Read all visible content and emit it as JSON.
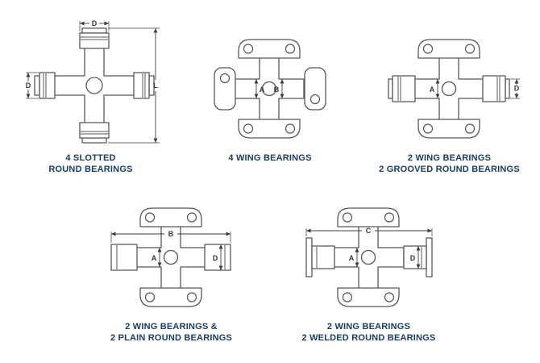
{
  "page": {
    "background": "#ffffff",
    "caption_color": "#1a3e63",
    "line_color": "#54575b"
  },
  "diagrams": {
    "d1": {
      "caption1": "4 SLOTTED",
      "caption2": "ROUND BEARINGS",
      "dim_top": "D",
      "dim_left": "D",
      "dim_right": "L"
    },
    "d2": {
      "caption1": "4 WING BEARINGS",
      "caption2": "",
      "dim_a": "A",
      "dim_b": "B"
    },
    "d3": {
      "caption1": "2 WING BEARINGS",
      "caption2": "2 GROOVED ROUND BEARINGS",
      "dim_a": "A",
      "dim_d": "D"
    },
    "d4": {
      "caption1": "2 WING BEARINGS &",
      "caption2": "2 PLAIN ROUND BEARINGS",
      "dim_a": "A",
      "dim_b": "B",
      "dim_d": "D"
    },
    "d5": {
      "caption1": "2 WING BEARINGS",
      "caption2": "2 WELDED ROUND BEARINGS",
      "dim_a": "A",
      "dim_c": "C",
      "dim_d": "D"
    }
  }
}
